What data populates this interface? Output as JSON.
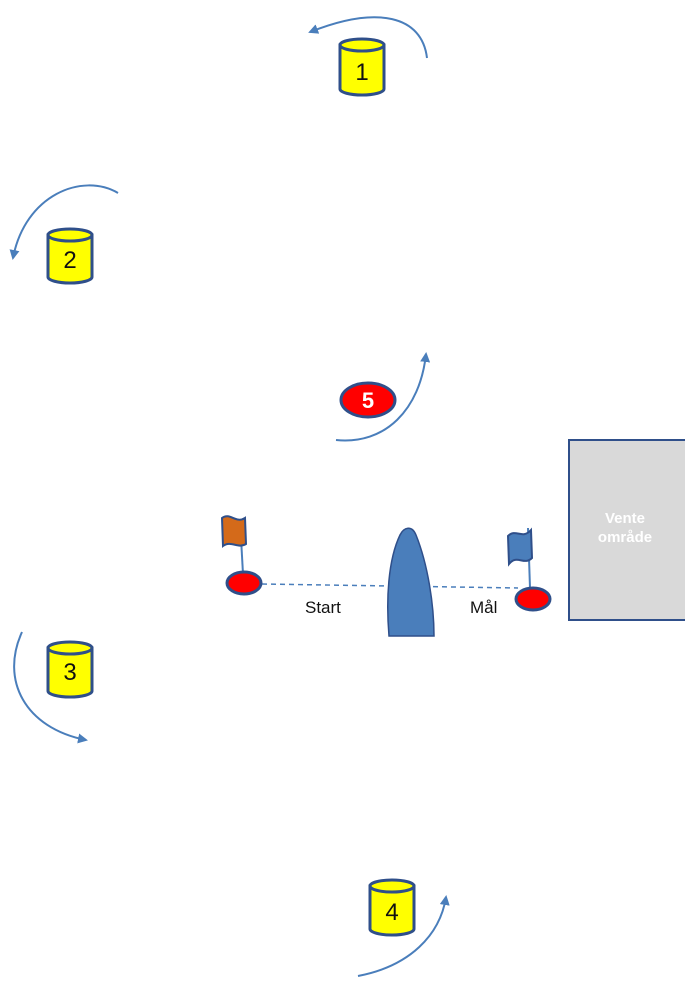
{
  "marks": [
    {
      "number": "1",
      "rounding": "counter-clockwise"
    },
    {
      "number": "2",
      "rounding": "counter-clockwise"
    },
    {
      "number": "3",
      "rounding": "counter-clockwise"
    },
    {
      "number": "4",
      "rounding": "counter-clockwise"
    }
  ],
  "buoy_5": {
    "number": "5",
    "rounding": "counter-clockwise"
  },
  "start_line": {
    "label": "Start"
  },
  "finish_line": {
    "label": "Mål"
  },
  "waiting_area": {
    "line1": "Vente",
    "line2": "område"
  },
  "colors": {
    "mark_fill": "#ffff00",
    "mark_stroke": "#2f4f8a",
    "arrow": "#4a7ebb",
    "buoy_red": "#ff0000",
    "boat": "#4a7ebb",
    "start_flag": "#d46a1a",
    "finish_flag": "#4a7ebb",
    "waiting_area_fill": "#d9d9d9"
  }
}
